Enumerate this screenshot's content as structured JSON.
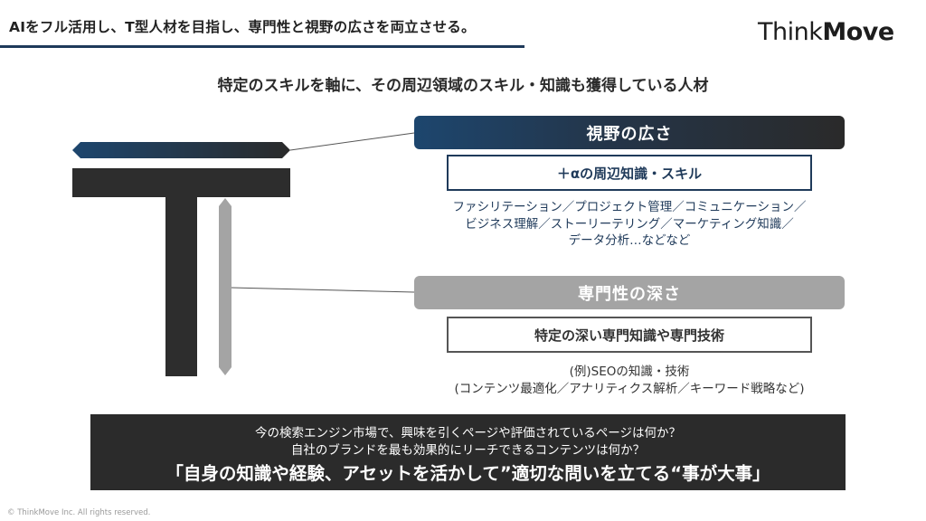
{
  "header": {
    "title": "AIをフル活用し、T型人材を目指し、専門性と視野の広さを両立させる。",
    "logo_prefix": "Think",
    "logo_suffix": "Move"
  },
  "subtitle": "特定のスキルを軸に、その周辺領域のスキル・知識も獲得している人材",
  "breadth": {
    "label": "視野の広さ",
    "box_text": "＋αの周辺知識・スキル",
    "lines": [
      "ファシリテーション／プロジェクト管理／コミュニケーション／",
      "ビジネス理解／ストーリーテリング／マーケティング知識／",
      "データ分析…などなど"
    ]
  },
  "depth": {
    "label": "専門性の深さ",
    "box_text": "特定の深い専門知識や専門技術",
    "lines": [
      "(例)SEOの知識・技術",
      "(コンテンツ最適化／アナリティクス解析／キーワード戦略など)"
    ]
  },
  "bottom": {
    "question1": "今の検索エンジン市場で、興味を引くページや評価されているページは何か？",
    "question2": "自社のブランドを最も効果的にリーチできるコンテンツは何か？",
    "message": "「自身の知識や経験、アセットを活かして”適切な問いを立てる“事が大事」"
  },
  "footer": {
    "copyright": "© ThinkMove Inc. All rights reserved."
  },
  "colors": {
    "navy": "#1f3a5a",
    "dark": "#2d2d2d",
    "gray": "#a4a4a4"
  }
}
